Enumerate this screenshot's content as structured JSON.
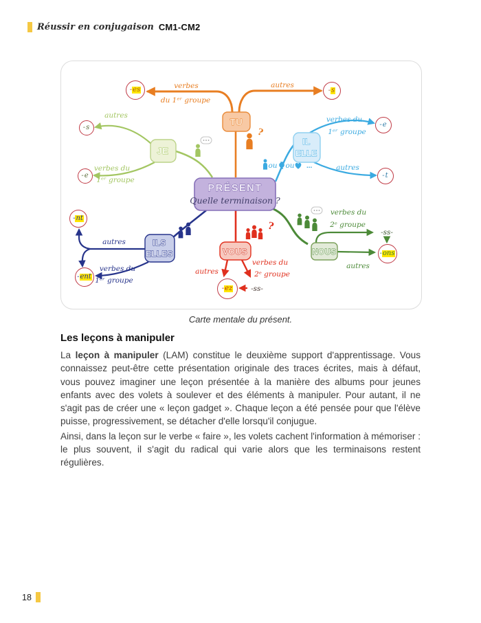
{
  "page": {
    "header": {
      "title_script": "Réussir en conjugaison",
      "title_bold": "CM1-CM2"
    },
    "caption": "Carte mentale du présent.",
    "section_heading": "Les leçons à manipuler",
    "para1": {
      "pre": "La ",
      "bold": "leçon à manipuler",
      "rest": " (LAM) constitue le deuxième support d'apprentissage. Vous connaissez peut-être cette présentation originale des traces écrites, mais à défaut, vous pouvez imaginer une leçon présentée à la manière des albums pour jeunes enfants avec des volets à soulever et des éléments à manipuler. Pour autant, il ne s'agit pas de créer une « leçon gadget ». Chaque leçon a été pensée pour que l'élève puisse, progressivement, se détacher d'elle lorsqu'il conjugue."
    },
    "para2": "Ainsi, dans la leçon sur le verbe « faire », les volets cachent l'information à mémoriser : le plus souvent, il s'agit du radical qui varie alors que les terminaisons restent régulières.",
    "page_number": "18"
  },
  "map": {
    "center": {
      "title": "PRÉSENT",
      "subtitle": "Quelle terminaison ?"
    },
    "pronouns": {
      "tu": "TU",
      "je": "JE",
      "il": "IL",
      "elle": "ELLE",
      "ils": "ILS",
      "elles": "ELLES",
      "vous": "VOUS",
      "nous": "NOUS"
    },
    "labels": {
      "autres": "autres",
      "verbes": "verbes",
      "verbes_du": "verbes du",
      "du_g1": "du 1ᵉʳ groupe",
      "g1": "1ᵉʳ groupe",
      "g2": "2ᵉ groupe",
      "ss": "-ss-",
      "ou": "ou",
      "dots": "...",
      "question": "?"
    },
    "endings": {
      "tu_g1": {
        "dash": "-",
        "letters": "es"
      },
      "tu_autres": {
        "dash": "-",
        "letters": "s"
      },
      "je_autres": {
        "dash": "-",
        "letters": "s"
      },
      "je_g1": {
        "dash": "-",
        "letters": "e"
      },
      "il_g1": {
        "dash": "-",
        "letters": "e"
      },
      "il_autres": {
        "dash": "-",
        "letters": "t"
      },
      "ils_autres": {
        "dash": "-",
        "letters": "nt"
      },
      "ils_g1": {
        "dash": "-",
        "letters": "ent"
      },
      "vous_autres": {
        "dash": "-",
        "letters": "ez"
      },
      "nous": {
        "dash": "-",
        "letters": "ons"
      }
    },
    "colors": {
      "orange": "#E87E22",
      "green_light": "#A3C662",
      "blue": "#3BAAE1",
      "navy": "#27348B",
      "red": "#E0301E",
      "green_dark": "#4C8A38",
      "purple": "#8670B8",
      "circle_border": "#C03A45",
      "highlight": "#FFE600"
    }
  }
}
